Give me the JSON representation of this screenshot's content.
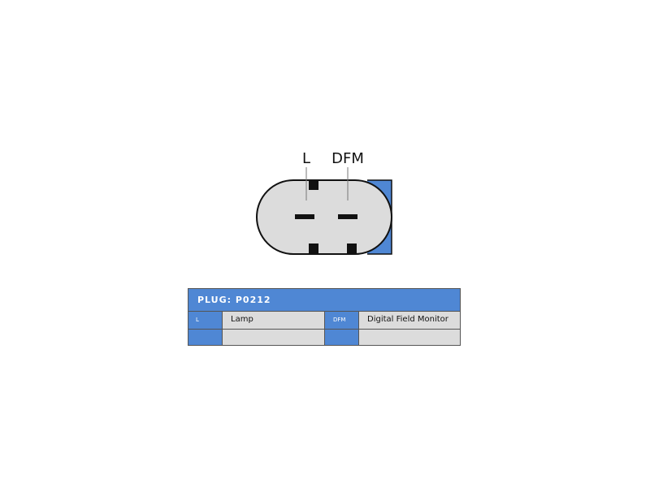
{
  "diagram": {
    "pin_labels": [
      "L",
      "DFM"
    ]
  },
  "table": {
    "title": "PLUG: P0212",
    "rows": [
      [
        {
          "code": "L",
          "desc": "Lamp"
        },
        {
          "code": "DFM",
          "desc": "Digital Field Monitor"
        }
      ],
      [
        {
          "code": "",
          "desc": ""
        },
        {
          "code": "",
          "desc": ""
        }
      ]
    ]
  },
  "colors": {
    "accent_blue": "#4f87d4",
    "connector_body": "#dcdcdc",
    "cell_gray": "#dcdcdc",
    "outline": "#111111"
  }
}
